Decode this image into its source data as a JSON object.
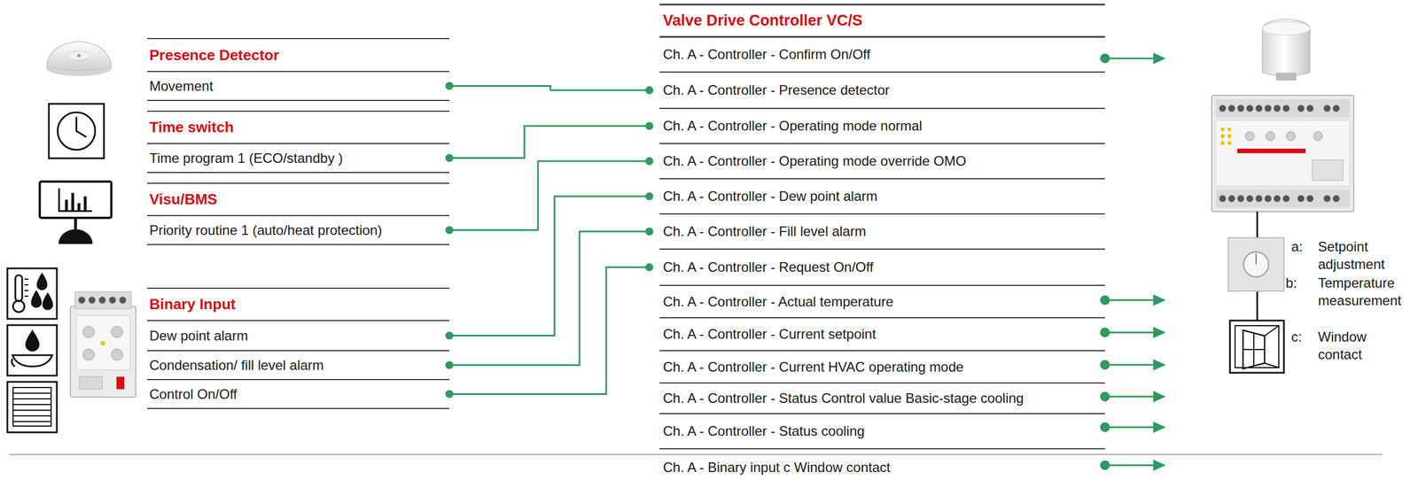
{
  "diagram": {
    "nodes": [
      {
        "text": [
          "Presence Detector"
        ]
      },
      {
        "text": [
          "Movement"
        ],
        "in": 0
      },
      {
        "text": [
          "Time switch"
        ]
      },
      {
        "text": [
          "Time program 1 (ECO/standby )"
        ],
        "in": 2
      },
      {
        "text": [
          "Visu/BMS"
        ]
      },
      {
        "text": [
          "Priority routine 1 (auto/heat protection)"
        ],
        "in": 4
      },
      {
        "text": [
          "Binary Input"
        ]
      },
      {
        "text": [
          "Dew point alarm"
        ],
        "in": 6
      },
      {
        "text": [
          "Condensation/ fill level alarm"
        ],
        "in": 6
      },
      {
        "text": [
          "Control On/Off"
        ],
        "in": 6
      },
      {
        "text": [
          "Valve Drive Controller VC/S"
        ]
      },
      {
        "text": [
          "Ch. A - Controller - Confirm On/Off"
        ],
        "in": 10
      },
      {
        "text": [
          "Ch. A - Controller - Presence detector"
        ],
        "in": 10
      },
      {
        "text": [
          "Ch. A - Controller - Operating mode normal"
        ],
        "in": 10
      },
      {
        "text": [
          "Ch. A - Controller - Operating mode override OMO"
        ],
        "in": 10
      },
      {
        "text": [
          "Ch. A - Controller - Dew point alarm"
        ],
        "in": 10
      },
      {
        "text": [
          "Ch. A - Controller - Fill level alarm"
        ],
        "in": 10
      },
      {
        "text": [
          "Ch. A - Controller - Request On/Off"
        ],
        "in": 10
      },
      {
        "text": [
          "Ch. A - Controller - Actual temperature"
        ],
        "in": 10
      },
      {
        "text": [
          "Ch. A - Controller - Current setpoint"
        ],
        "in": 10
      },
      {
        "text": [
          "Ch. A - Controller - Current HVAC operating mode"
        ],
        "in": 10
      },
      {
        "text": [
          "Ch. A - Controller - Status Control value Basic-stage cooling"
        ],
        "in": 10
      },
      {
        "text": [
          "Ch. A - Controller - Status cooling"
        ],
        "in": 10
      },
      {
        "text": [
          "Ch. A - Binary input c Window contact"
        ],
        "in": 10
      }
    ],
    "edges": [
      {
        "from": 1,
        "to": 12,
        "arrow": "none"
      },
      {
        "from": 3,
        "to": 13,
        "arrow": "none"
      },
      {
        "from": 5,
        "to": 14,
        "arrow": "none"
      },
      {
        "from": 7,
        "to": 15,
        "arrow": "none"
      },
      {
        "from": 8,
        "to": 16,
        "arrow": "none"
      },
      {
        "from": 9,
        "to": 17,
        "arrow": "none"
      }
    ],
    "labels": [
      "a:",
      "Setpoint adjustment",
      "b:",
      "Temperature measurement",
      "c:",
      "Window contact"
    ]
  }
}
